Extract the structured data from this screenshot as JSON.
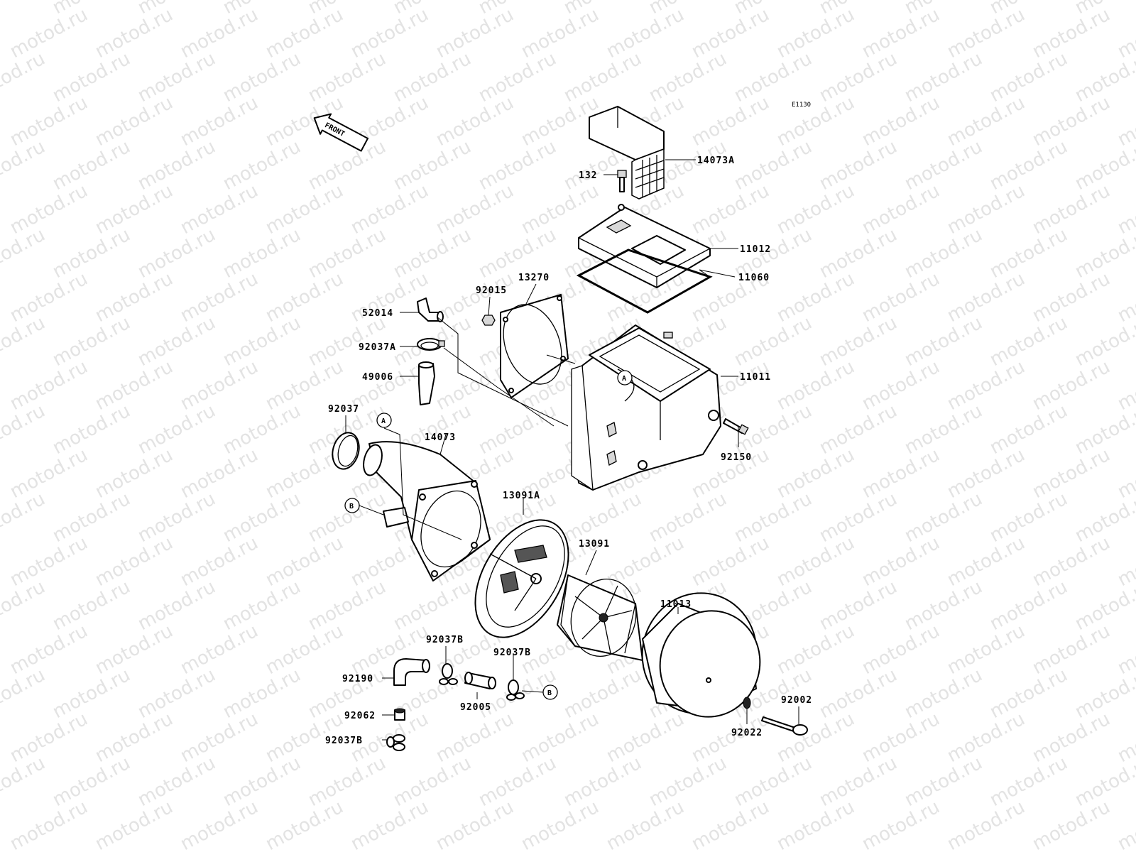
{
  "watermark": {
    "text": "motod.ru"
  },
  "drawing_code": "E1130",
  "front_arrow": {
    "label": "FRONT"
  },
  "callouts": {
    "A": "A",
    "B": "B"
  },
  "parts": [
    {
      "key": "p14073A",
      "number": "14073A"
    },
    {
      "key": "p132",
      "number": "132"
    },
    {
      "key": "p11012",
      "number": "11012"
    },
    {
      "key": "p11060",
      "number": "11060"
    },
    {
      "key": "p13270",
      "number": "13270"
    },
    {
      "key": "p92015",
      "number": "92015"
    },
    {
      "key": "p52014",
      "number": "52014"
    },
    {
      "key": "p92037A",
      "number": "92037A"
    },
    {
      "key": "p49006",
      "number": "49006"
    },
    {
      "key": "p11011",
      "number": "11011"
    },
    {
      "key": "p92150",
      "number": "92150"
    },
    {
      "key": "p92037",
      "number": "92037"
    },
    {
      "key": "p14073",
      "number": "14073"
    },
    {
      "key": "p13091A",
      "number": "13091A"
    },
    {
      "key": "p13091",
      "number": "13091"
    },
    {
      "key": "p11013",
      "number": "11013"
    },
    {
      "key": "p92037B_a",
      "number": "92037B"
    },
    {
      "key": "p92037B_b",
      "number": "92037B"
    },
    {
      "key": "p92190",
      "number": "92190"
    },
    {
      "key": "p92005",
      "number": "92005"
    },
    {
      "key": "p92062",
      "number": "92062"
    },
    {
      "key": "p92037B_c",
      "number": "92037B"
    },
    {
      "key": "p92002",
      "number": "92002"
    },
    {
      "key": "p92022",
      "number": "92022"
    }
  ]
}
